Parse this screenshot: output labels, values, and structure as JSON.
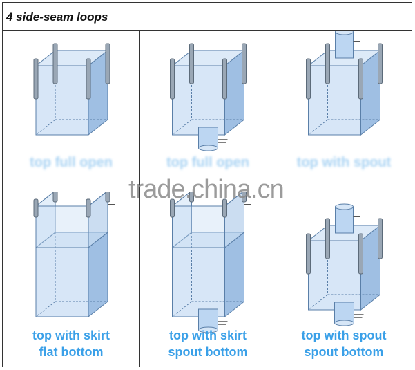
{
  "title": "4 side-seam loops",
  "watermark": "trade.china.cn",
  "colors": {
    "label": "#3aa0e8",
    "bag_fill": "#bcd6f2",
    "bag_edge": "#5a7fa8"
  },
  "cells": [
    {
      "label1": "top full open",
      "label2": "",
      "top": "open",
      "bottom": "flat",
      "faded": true
    },
    {
      "label1": "top full open",
      "label2": "",
      "top": "open",
      "bottom": "spout",
      "faded": true
    },
    {
      "label1": "top with spout",
      "label2": "",
      "top": "spout",
      "bottom": "flat",
      "faded": true
    },
    {
      "label1": "top with skirt",
      "label2": "flat bottom",
      "top": "skirt",
      "bottom": "flat",
      "faded": false
    },
    {
      "label1": "top with skirt",
      "label2": "spout bottom",
      "top": "skirt",
      "bottom": "spout",
      "faded": false
    },
    {
      "label1": "top with spout",
      "label2": "spout bottom",
      "top": "spout",
      "bottom": "spout",
      "faded": false
    }
  ]
}
